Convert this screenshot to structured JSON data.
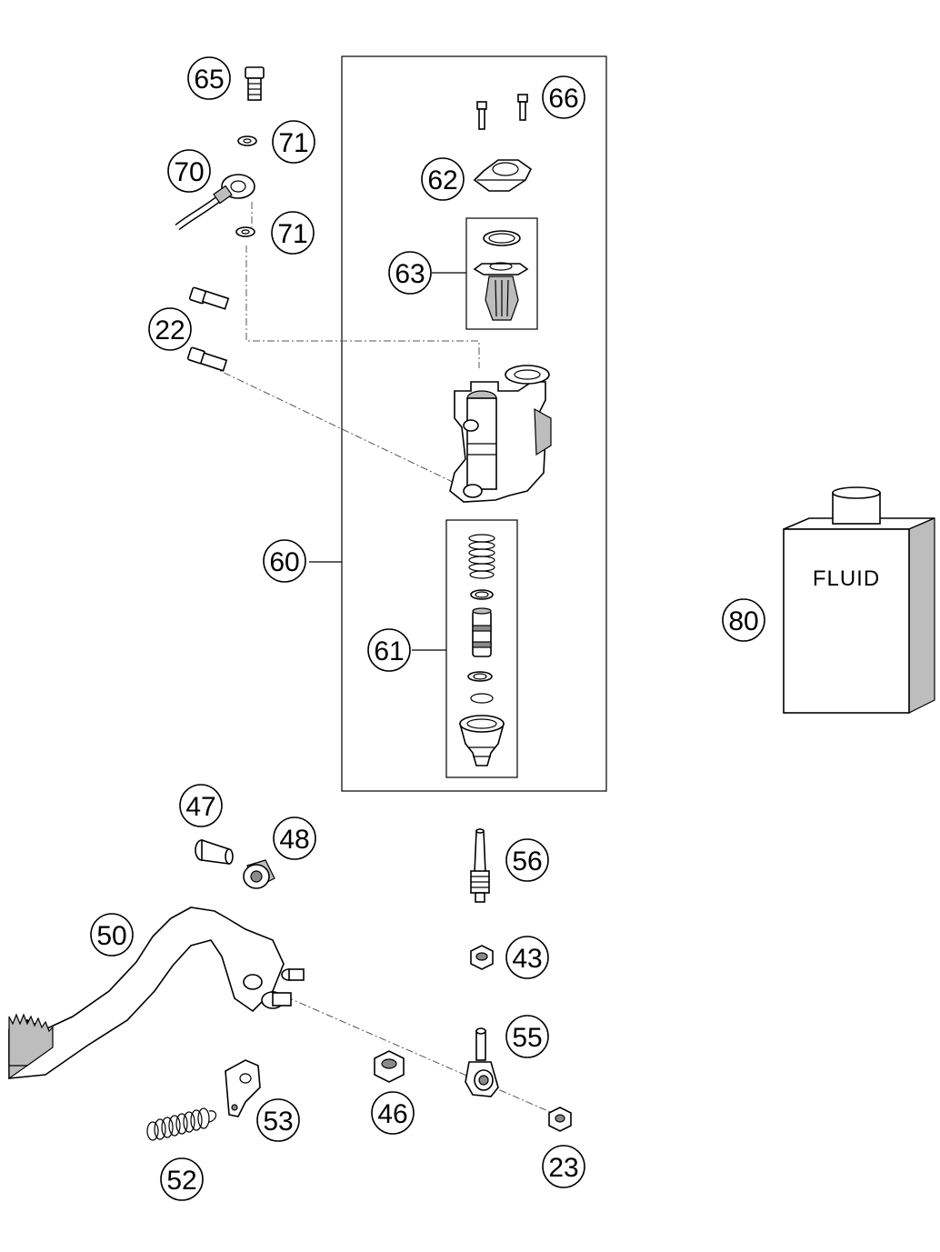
{
  "callouts": {
    "c65": "65",
    "c66": "66",
    "c71a": "71",
    "c70": "70",
    "c62": "62",
    "c71b": "71",
    "c63": "63",
    "c22": "22",
    "c60": "60",
    "c61": "61",
    "c80": "80",
    "c47": "47",
    "c48": "48",
    "c56": "56",
    "c50": "50",
    "c43": "43",
    "c55": "55",
    "c53": "53",
    "c46": "46",
    "c52": "52",
    "c23": "23"
  },
  "fluid_label": "FLUID"
}
